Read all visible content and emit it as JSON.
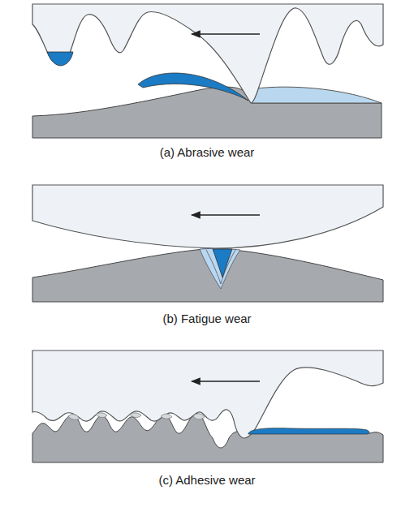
{
  "diagram": {
    "labels": [
      "(a) Abrasive wear",
      "(b) Fatigue wear",
      "(c) Adhesive wear"
    ]
  }
}
